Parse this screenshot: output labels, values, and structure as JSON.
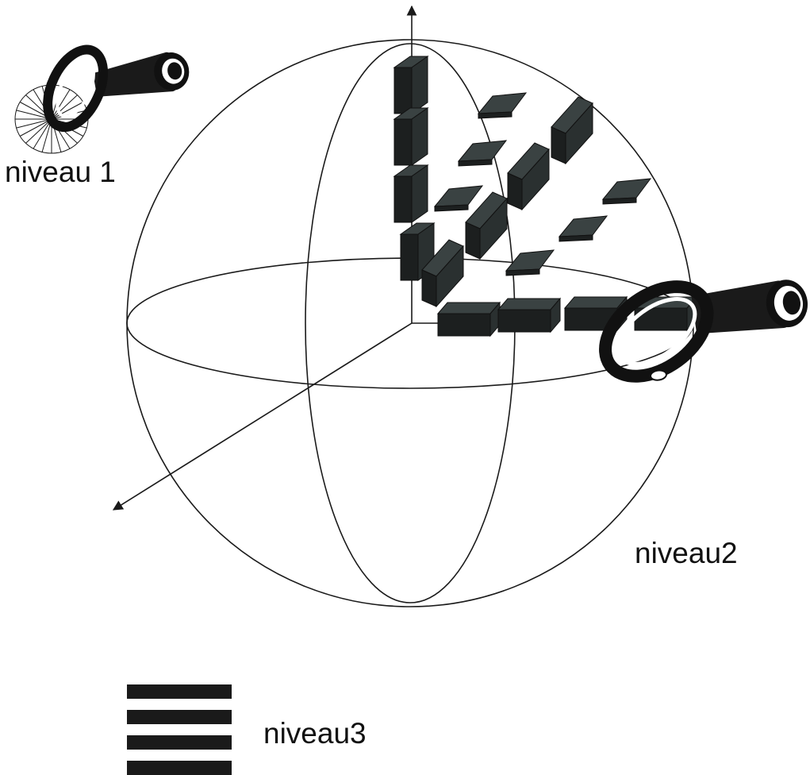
{
  "labels": {
    "level1": "niveau 1",
    "level2": "niveau2",
    "level3": "niveau3"
  },
  "colors": {
    "line": "#1a1a1a",
    "block_front": "#1c1f1f",
    "block_top": "#3a4242",
    "block_side": "#2a3030",
    "eyepiece": "#111111",
    "background": "#ffffff"
  },
  "icons": {
    "level1": "telescope-with-spoked-wheel-icon",
    "level2": "telescope-icon",
    "level3": "striped-square-icon"
  }
}
